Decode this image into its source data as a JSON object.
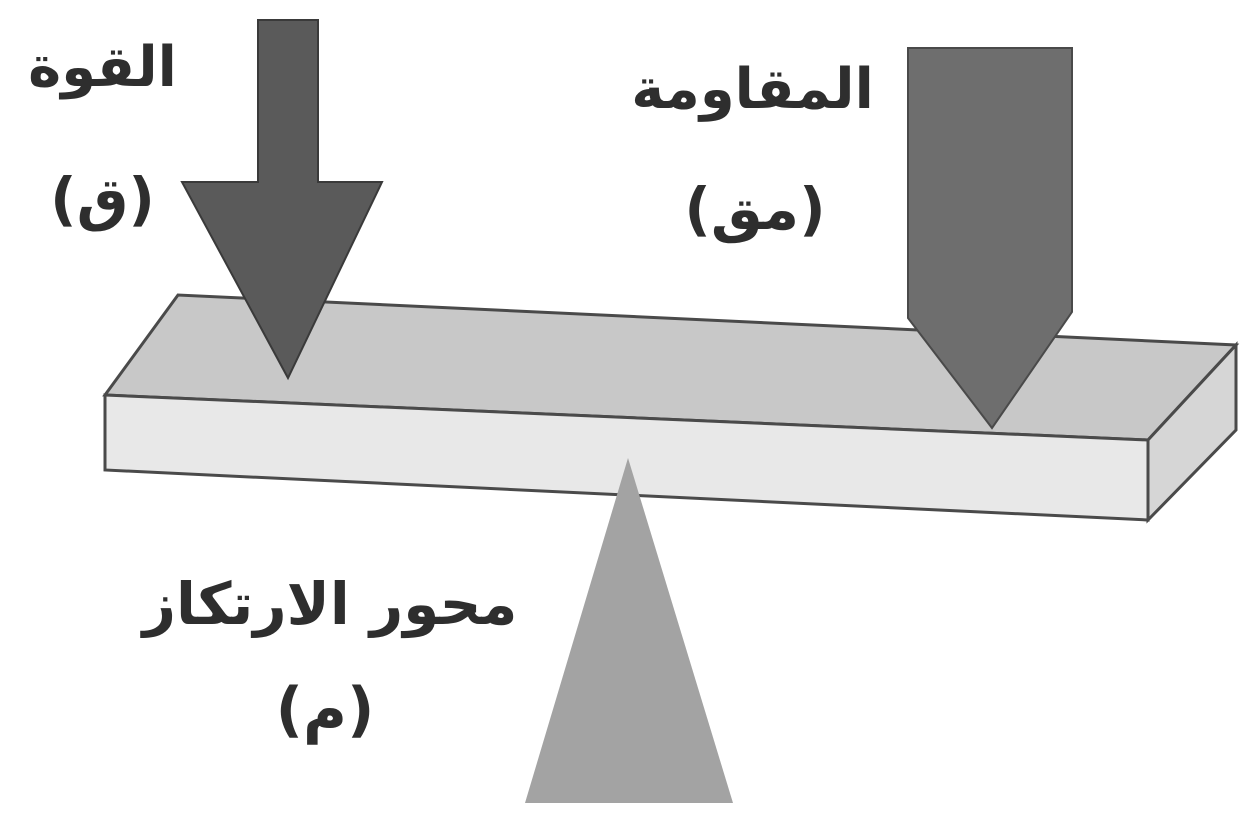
{
  "labels": {
    "effort": "القوة",
    "effort_symbol": "(ق)",
    "resistance": "المقاومة",
    "resistance_symbol": "(مق)",
    "fulcrum": "محور الارتكاز",
    "fulcrum_symbol": "(م)"
  },
  "colors": {
    "background": "#ffffff",
    "bar_top": "#c8c8c8",
    "bar_front": "#e8e8e8",
    "bar_side": "#d6d6d6",
    "effort_arrow": "#5a5a5a",
    "resistance_arrow": "#6e6e6e",
    "fulcrum": "#a3a3a3",
    "outline": "#4a4a4a",
    "text": "#2e2e2e"
  }
}
